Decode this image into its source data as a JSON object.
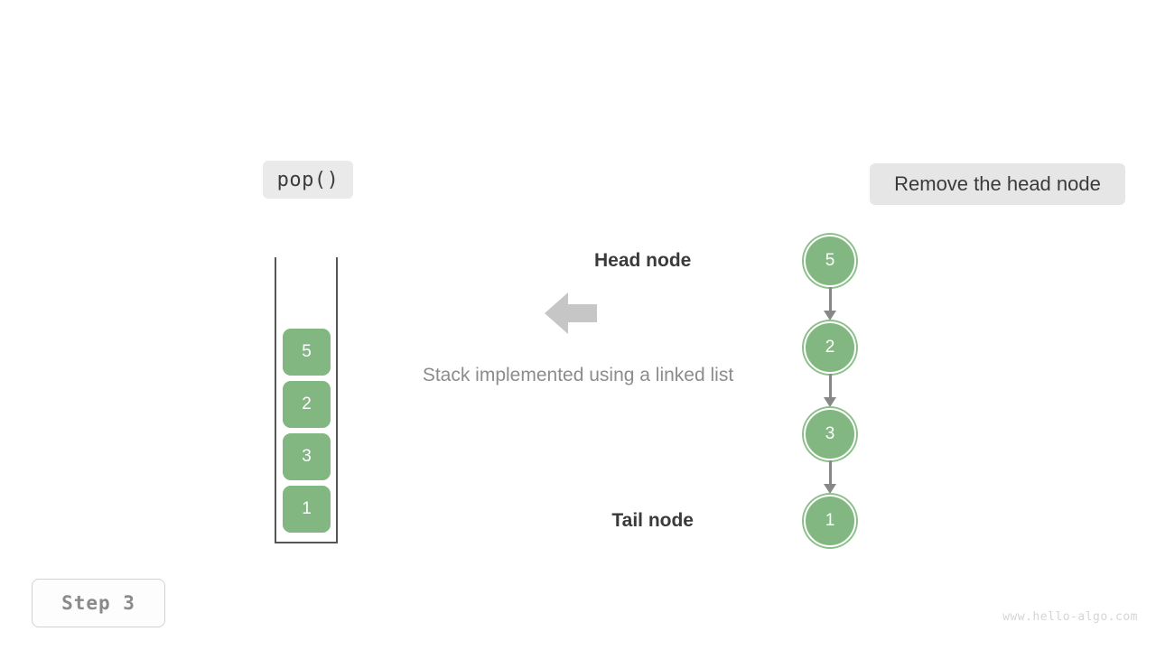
{
  "operation": {
    "label": "pop()"
  },
  "description": {
    "label": "Remove the head node"
  },
  "caption": {
    "text": "Stack implemented using a linked list"
  },
  "step": {
    "label": "Step 3"
  },
  "watermark": {
    "text": "www.hello-algo.com"
  },
  "stack": {
    "cells": [
      {
        "value": "5"
      },
      {
        "value": "2"
      },
      {
        "value": "3"
      },
      {
        "value": "1"
      }
    ]
  },
  "linked_list": {
    "head_label": "Head node",
    "tail_label": "Tail node",
    "nodes": [
      {
        "value": "5"
      },
      {
        "value": "2"
      },
      {
        "value": "3"
      },
      {
        "value": "1"
      }
    ]
  },
  "colors": {
    "node_fill": "#82b781",
    "node_ring": "#8cc08b",
    "node_text": "#ffffff",
    "edge": "#888888",
    "badge_bg": "#e6e6e6",
    "caption_text": "#8c8c8c",
    "block_arrow": "#c6c6c6",
    "container_border": "#555555",
    "step_text": "#8a8a8a",
    "watermark": "#d5d5d5"
  }
}
